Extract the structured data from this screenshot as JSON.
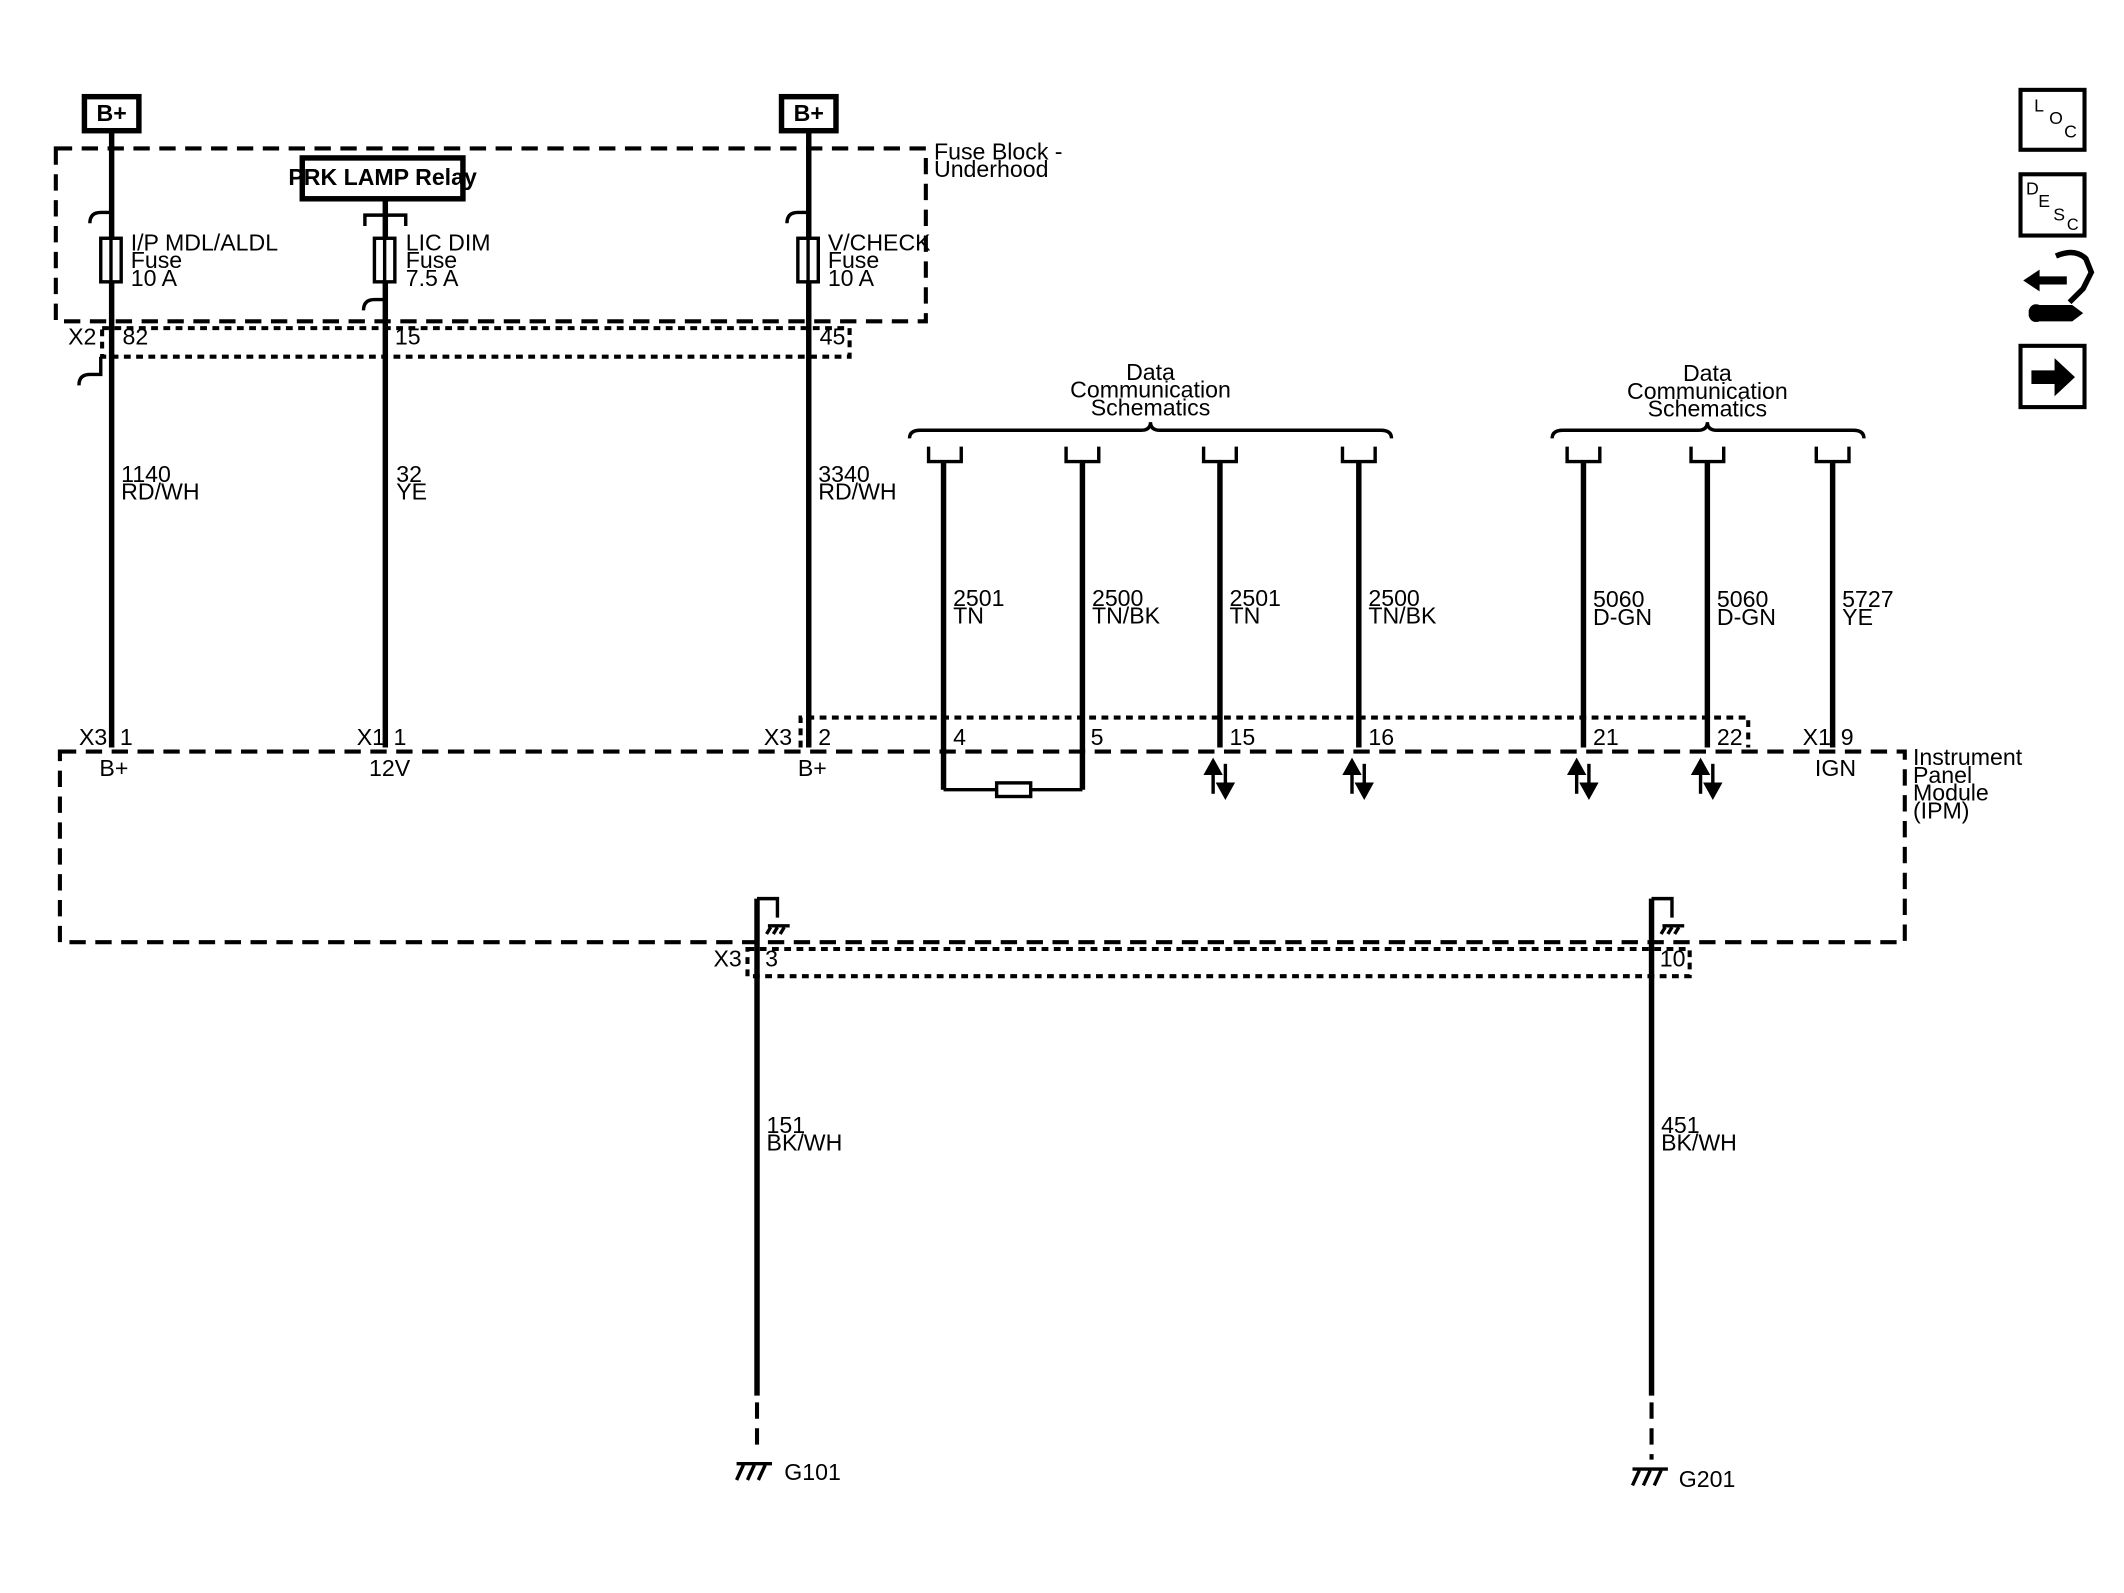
{
  "supply": {
    "left": "B+",
    "right": "B+"
  },
  "fuse_block": {
    "line1": "Fuse Block -",
    "line2": "Underhood"
  },
  "relay": {
    "label": "PRK LAMP Relay"
  },
  "fuses": [
    {
      "line1": "I/P MDL/ALDL",
      "line2": "Fuse",
      "line3": "10 A"
    },
    {
      "line1": "LIC DIM",
      "line2": "Fuse",
      "line3": "7.5 A"
    },
    {
      "line1": "V/CHECK",
      "line2": "Fuse",
      "line3": "10 A"
    }
  ],
  "fuse_block_connector": {
    "name": "X2",
    "pins": [
      "82",
      "15",
      "45"
    ]
  },
  "wires_top": [
    {
      "circuit": "1140",
      "color": "RD/WH"
    },
    {
      "circuit": "32",
      "color": "YE"
    },
    {
      "circuit": "3340",
      "color": "RD/WH"
    }
  ],
  "data_comm": {
    "left": {
      "line1": "Data",
      "line2": "Communication",
      "line3": "Schematics"
    },
    "right": {
      "line1": "Data",
      "line2": "Communication",
      "line3": "Schematics"
    }
  },
  "data_wires": [
    {
      "circuit": "2501",
      "color": "TN"
    },
    {
      "circuit": "2500",
      "color": "TN/BK"
    },
    {
      "circuit": "2501",
      "color": "TN"
    },
    {
      "circuit": "2500",
      "color": "TN/BK"
    },
    {
      "circuit": "5060",
      "color": "D-GN"
    },
    {
      "circuit": "5060",
      "color": "D-GN"
    },
    {
      "circuit": "5727",
      "color": "YE"
    }
  ],
  "ipm_pins": {
    "c1": {
      "connector": "X3",
      "pin": "1",
      "function": "B+"
    },
    "c2": {
      "connector": "X1",
      "pin": "1",
      "function": "12V"
    },
    "c3": {
      "connector": "X3",
      "pin": "2",
      "function": "B+"
    },
    "p4": "4",
    "p5": "5",
    "p15": "15",
    "p16": "16",
    "p21": "21",
    "p22": "22",
    "c9": {
      "connector": "X1",
      "pin": "9",
      "function": "IGN"
    }
  },
  "ipm": {
    "line1": "Instrument",
    "line2": "Panel",
    "line3": "Module",
    "line4": "(IPM)"
  },
  "ground_connector": {
    "name": "X3",
    "pin_a": "3",
    "pin_b": "10"
  },
  "ground_wires": [
    {
      "circuit": "151",
      "color": "BK/WH"
    },
    {
      "circuit": "451",
      "color": "BK/WH"
    }
  ],
  "grounds": [
    "G101",
    "G201"
  ],
  "nav": {
    "loc": {
      "a": "L",
      "b": "O",
      "c": "C"
    },
    "desc": {
      "a": "D",
      "b": "E",
      "c": "S",
      "d": "C"
    },
    "icons": [
      "loc-icon",
      "desc-icon",
      "connector-wrench-icon",
      "next-arrow-icon"
    ]
  }
}
